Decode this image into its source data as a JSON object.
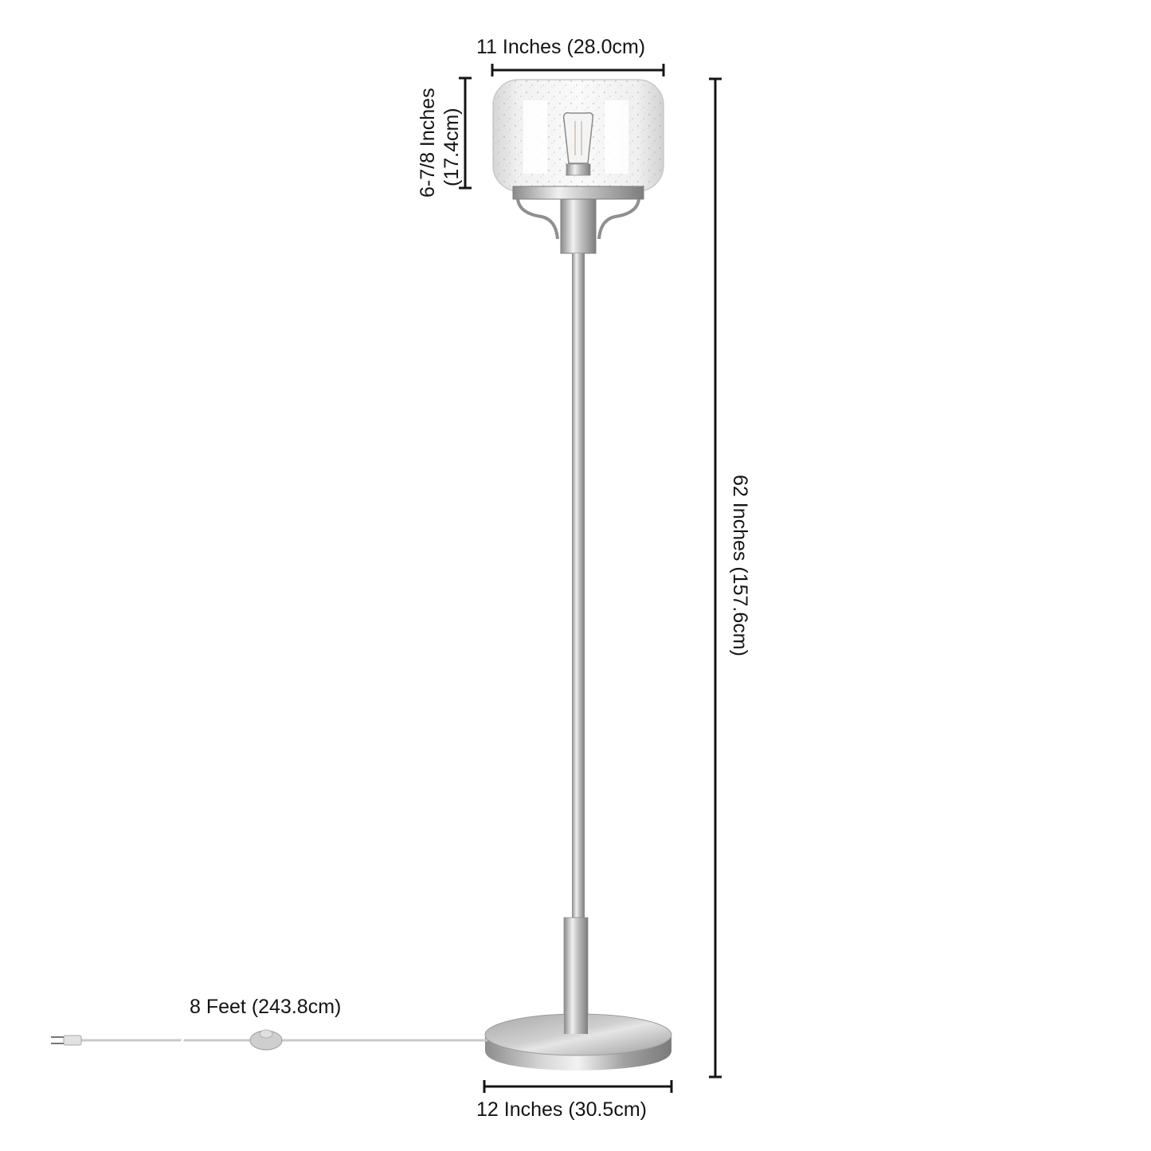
{
  "product": {
    "type": "floor lamp",
    "finish": "brushed nickel",
    "shade": "seeded glass",
    "colors": {
      "metal_light": "#e8e8e8",
      "metal_mid": "#b5b5b5",
      "metal_dark": "#7a7a7a",
      "dimension_line": "#141414",
      "cord": "#c8c8c8"
    }
  },
  "dimensions": {
    "shade_width": "11 Inches (28.0cm)",
    "shade_height_line1": "6-7/8 Inches",
    "shade_height_line2": "(17.4cm)",
    "overall_height": "62 Inches (157.6cm)",
    "base_width": "12 Inches (30.5cm)",
    "cord_length": "8 Feet (243.8cm)"
  }
}
